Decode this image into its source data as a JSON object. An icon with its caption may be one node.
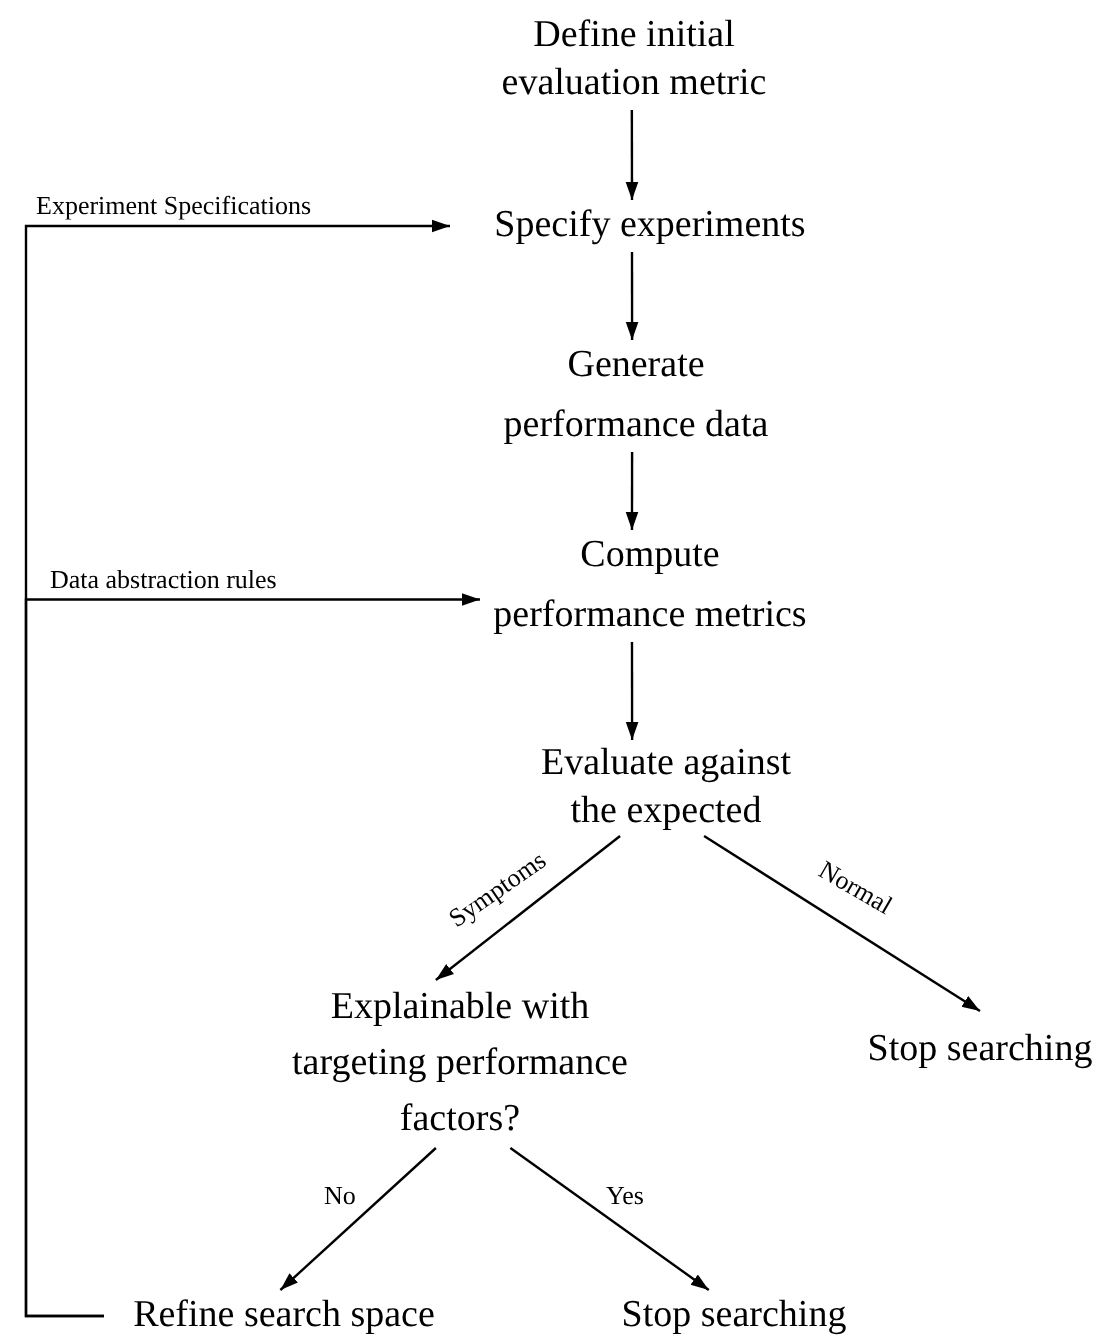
{
  "diagram": {
    "nodes": [
      {
        "text": [
          "Define initial evaluation metric"
        ]
      },
      {
        "text": [
          "Specify experiments"
        ]
      },
      {
        "text": [
          "Generate performance data"
        ]
      },
      {
        "text": [
          "Compute performance metrics"
        ]
      },
      {
        "text": [
          "Evaluate against the expected"
        ]
      },
      {
        "text": [
          "Explainable with targeting performance factors?"
        ]
      },
      {
        "text": [
          "Stop searching"
        ]
      },
      {
        "text": [
          "Refine search space"
        ]
      },
      {
        "text": [
          "Stop searching"
        ]
      }
    ],
    "edges": [
      {
        "from": 0,
        "to": 1,
        "arrow": "to"
      },
      {
        "from": 1,
        "to": 2,
        "arrow": "to"
      },
      {
        "from": 2,
        "to": 3,
        "arrow": "to"
      },
      {
        "from": 3,
        "to": 4,
        "arrow": "to"
      },
      {
        "from": 4,
        "to": 5,
        "arrow": "to",
        "label": "Symptoms"
      },
      {
        "from": 4,
        "to": 6,
        "arrow": "to",
        "label": "Normal"
      },
      {
        "from": 5,
        "to": 7,
        "arrow": "to",
        "label": "No"
      },
      {
        "from": 5,
        "to": 8,
        "arrow": "to",
        "label": "Yes"
      },
      {
        "from": 7,
        "to": 1,
        "arrow": "to",
        "label": "Experiment Specifications"
      },
      {
        "from": 7,
        "to": 3,
        "arrow": "to",
        "label": "Data abstraction rules"
      }
    ]
  }
}
